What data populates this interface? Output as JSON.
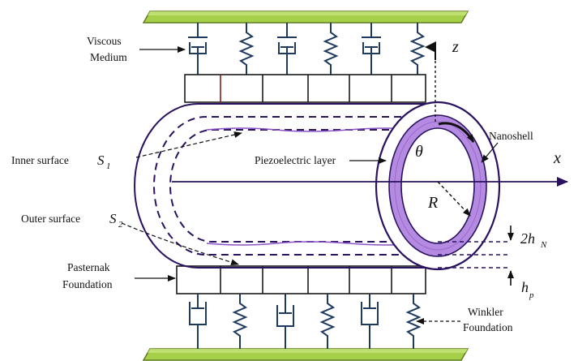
{
  "labels": {
    "viscous_1": "Viscous",
    "viscous_2": "Medium",
    "inner_surface": "Inner surface",
    "inner_surface_sym": "S",
    "inner_surface_sub": "1",
    "outer_surface": "Outer surface",
    "outer_surface_sym": "S",
    "outer_surface_sub": "2",
    "piezo": "Piezoelectric layer",
    "nanoshell": "Nanoshell",
    "pasternak_1": "Pasternak",
    "pasternak_2": "Foundation",
    "winkler_1": "Winkler",
    "winkler_2": "Foundation"
  },
  "math": {
    "z": "z",
    "x": "x",
    "theta": "θ",
    "R": "R",
    "hN_coef": "2h",
    "hN_sub": "N",
    "hp": "h",
    "hp_sub": "p"
  },
  "colors": {
    "plate_fill": "#a6d04a",
    "plate_stroke": "#5d7d1f",
    "shell_stroke": "#2a1260",
    "piezo": "#b48be0",
    "piezo_dark": "#8a52c6",
    "damper": "#1e3a5f",
    "axis": "#2a1260"
  }
}
